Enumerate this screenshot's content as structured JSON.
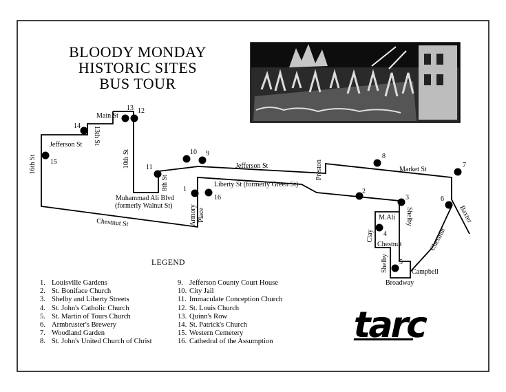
{
  "title": {
    "line1": "BLOODY MONDAY",
    "line2": "HISTORIC SITES",
    "line3": "BUS TOUR"
  },
  "streets": {
    "main": "Main St",
    "thirteenth": "13th St",
    "jefferson_w": "Jefferson St",
    "sixteenth": "16th St",
    "tenth": "10th St",
    "muhammad_ali": "Muhammad Ali Blvd",
    "walnut": "(formerly Walnut St)",
    "eighth": "8th St",
    "jefferson_e": "Jefferson St",
    "liberty": "Liberty St (formerly Green St)",
    "armory": "Armory",
    "place": "Place",
    "chestnut_w": "Chestnut St",
    "preston": "Preston",
    "market": "Market St",
    "m_ali": "M.Ali",
    "shelby_1": "Shelby",
    "clay": "Clay",
    "chestnut_e": "Chestnut",
    "shelby_2": "Shelby",
    "broadway": "Broadway",
    "campbell": "Campbell",
    "chestnut_diag": "Chestnut",
    "baxter": "Baxter"
  },
  "markers": [
    "1",
    "2",
    "3",
    "4",
    "5",
    "6",
    "7",
    "8",
    "9",
    "10",
    "11",
    "12",
    "13",
    "14",
    "15",
    "16"
  ],
  "legend": {
    "title": "LEGEND",
    "col1": [
      {
        "n": "1.",
        "name": "Louisville Gardens"
      },
      {
        "n": "2.",
        "name": "St. Boniface Church"
      },
      {
        "n": "3.",
        "name": "Shelby and Liberty Streets"
      },
      {
        "n": "4.",
        "name": "St. John's Catholic Church"
      },
      {
        "n": "5.",
        "name": "St. Martin of Tours Church"
      },
      {
        "n": "6.",
        "name": "Armbruster's Brewery"
      },
      {
        "n": "7.",
        "name": "Woodland Garden"
      },
      {
        "n": "8.",
        "name": "St. John's United Church of Christ"
      }
    ],
    "col2": [
      {
        "n": "9.",
        "name": "Jefferson County Court House"
      },
      {
        "n": "10.",
        "name": "City Jail"
      },
      {
        "n": "11.",
        "name": "Immaculate Conception Church"
      },
      {
        "n": "12.",
        "name": "St. Louis Church"
      },
      {
        "n": "13.",
        "name": "Quinn's Row"
      },
      {
        "n": "14.",
        "name": "St. Patrick's Church"
      },
      {
        "n": "15.",
        "name": "Western Cemetery"
      },
      {
        "n": "16.",
        "name": "Cathedral of the Assumption"
      }
    ]
  },
  "logo": "tarc"
}
